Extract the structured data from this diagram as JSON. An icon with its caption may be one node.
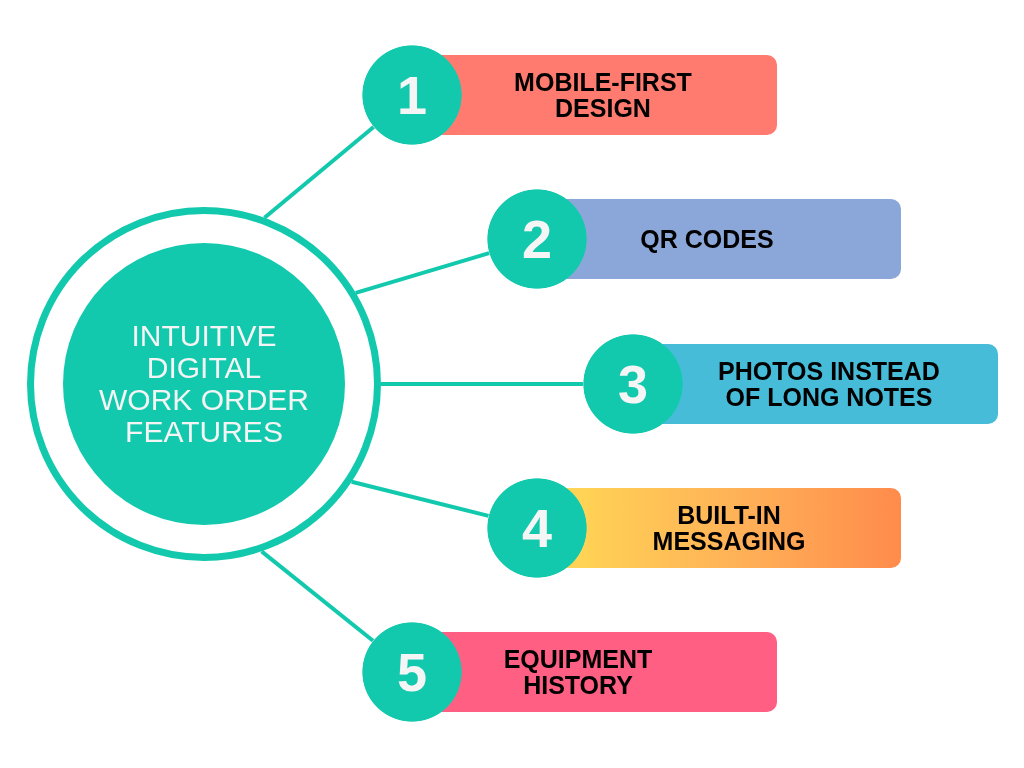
{
  "diagram": {
    "nodes": [
      {
        "text": [
          "INTUITIVE DIGITAL WORK ORDER FEATURES"
        ]
      },
      {
        "text": [
          "1"
        ]
      },
      {
        "text": [
          "MOBILE-FIRST DESIGN"
        ]
      },
      {
        "text": [
          "2"
        ]
      },
      {
        "text": [
          "QR CODES"
        ]
      },
      {
        "text": [
          "3"
        ]
      },
      {
        "text": [
          "PHOTOS INSTEAD OF LONG NOTES"
        ]
      },
      {
        "text": [
          "4"
        ]
      },
      {
        "text": [
          "BUILT-IN MESSAGING"
        ]
      },
      {
        "text": [
          "5"
        ]
      },
      {
        "text": [
          "EQUIPMENT HISTORY"
        ]
      }
    ],
    "edges": [
      {
        "from": 0,
        "to": 1,
        "arrow": "none"
      },
      {
        "from": 0,
        "to": 3,
        "arrow": "none"
      },
      {
        "from": 0,
        "to": 5,
        "arrow": "none"
      },
      {
        "from": 0,
        "to": 7,
        "arrow": "none"
      },
      {
        "from": 0,
        "to": 9,
        "arrow": "none"
      }
    ]
  }
}
